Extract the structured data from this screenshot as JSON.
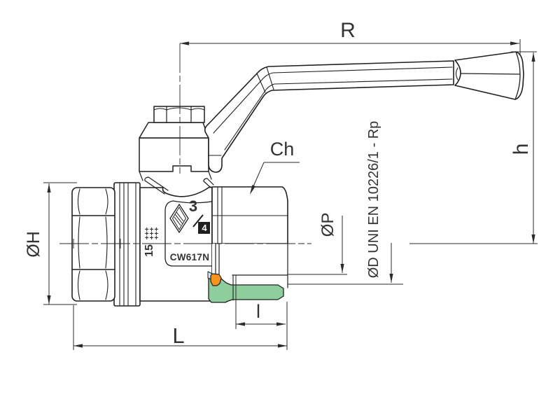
{
  "drawing": {
    "dimension_labels": {
      "handle_reach": "R",
      "handle_height": "h",
      "hex_wrench": "Ch",
      "body_diameter": "ØH",
      "bore_diameter": "ØP",
      "thread_standard": "ØD UNI EN 10226/1 - Rp",
      "thread_length": "l",
      "body_length": "L"
    },
    "body_markings": {
      "material": "CW617N",
      "dn_size": "15",
      "size_numerator": "3",
      "size_denominator": "4",
      "cert_rows": [
        "+++",
        "+++",
        "+++"
      ]
    },
    "colors": {
      "line": "#1f1f1f",
      "label": "#333333",
      "background": "#ffffff",
      "thread_section": "#8ecd9c",
      "seal_section": "#f7941d",
      "washer_section": "#cde9f8"
    }
  }
}
